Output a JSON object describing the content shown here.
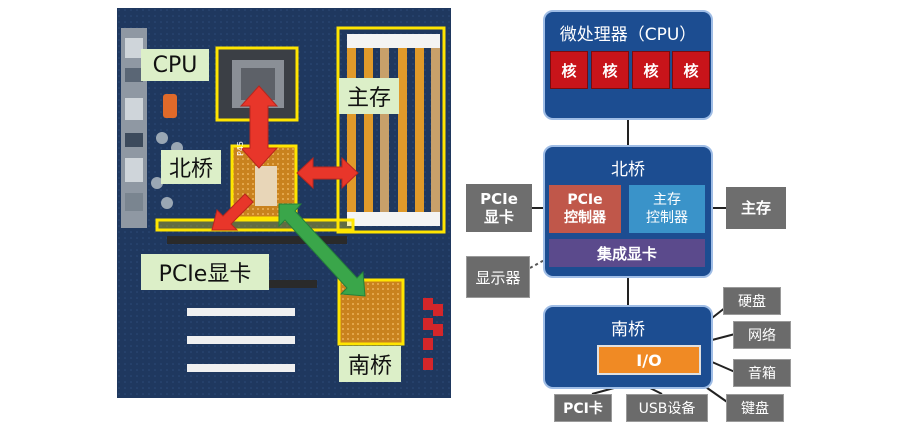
{
  "motherboard": {
    "labels": {
      "cpu": "CPU",
      "main_memory": "主存",
      "north_bridge": "北桥",
      "pcie_gpu": "PCIe显卡",
      "south_bridge": "南桥"
    },
    "colors": {
      "pcb": "#1d3358",
      "highlight": "#ffe500",
      "arrow_red": "#e8362a",
      "arrow_green": "#3aa64a"
    }
  },
  "diagram": {
    "cpu_box": {
      "title": "微处理器（CPU）",
      "cores": [
        "核",
        "核",
        "核",
        "核"
      ]
    },
    "north_bridge": {
      "title": "北桥",
      "pcie_controller": "PCIe\n控制器",
      "memory_controller": "主存\n控制器",
      "integrated_gpu": "集成显卡"
    },
    "pcie_gpu": "PCIe\n显卡",
    "main_memory": "主存",
    "display": "显示器",
    "south_bridge": {
      "title": "南桥",
      "io": "I/O"
    },
    "peripherals": {
      "hard_disk": "硬盘",
      "network": "网络",
      "speaker": "音箱",
      "keyboard": "键盘",
      "pci_card": "PCI卡",
      "usb_device": "USB设备"
    },
    "colors": {
      "box_blue": "#1c4d91",
      "core_red": "#c8141a",
      "pcie_ctrl": "#c0574a",
      "mem_ctrl": "#3a93c9",
      "igpu": "#5b4a8c",
      "io_orange": "#f08a24",
      "gray": "#6e6e6e"
    }
  }
}
